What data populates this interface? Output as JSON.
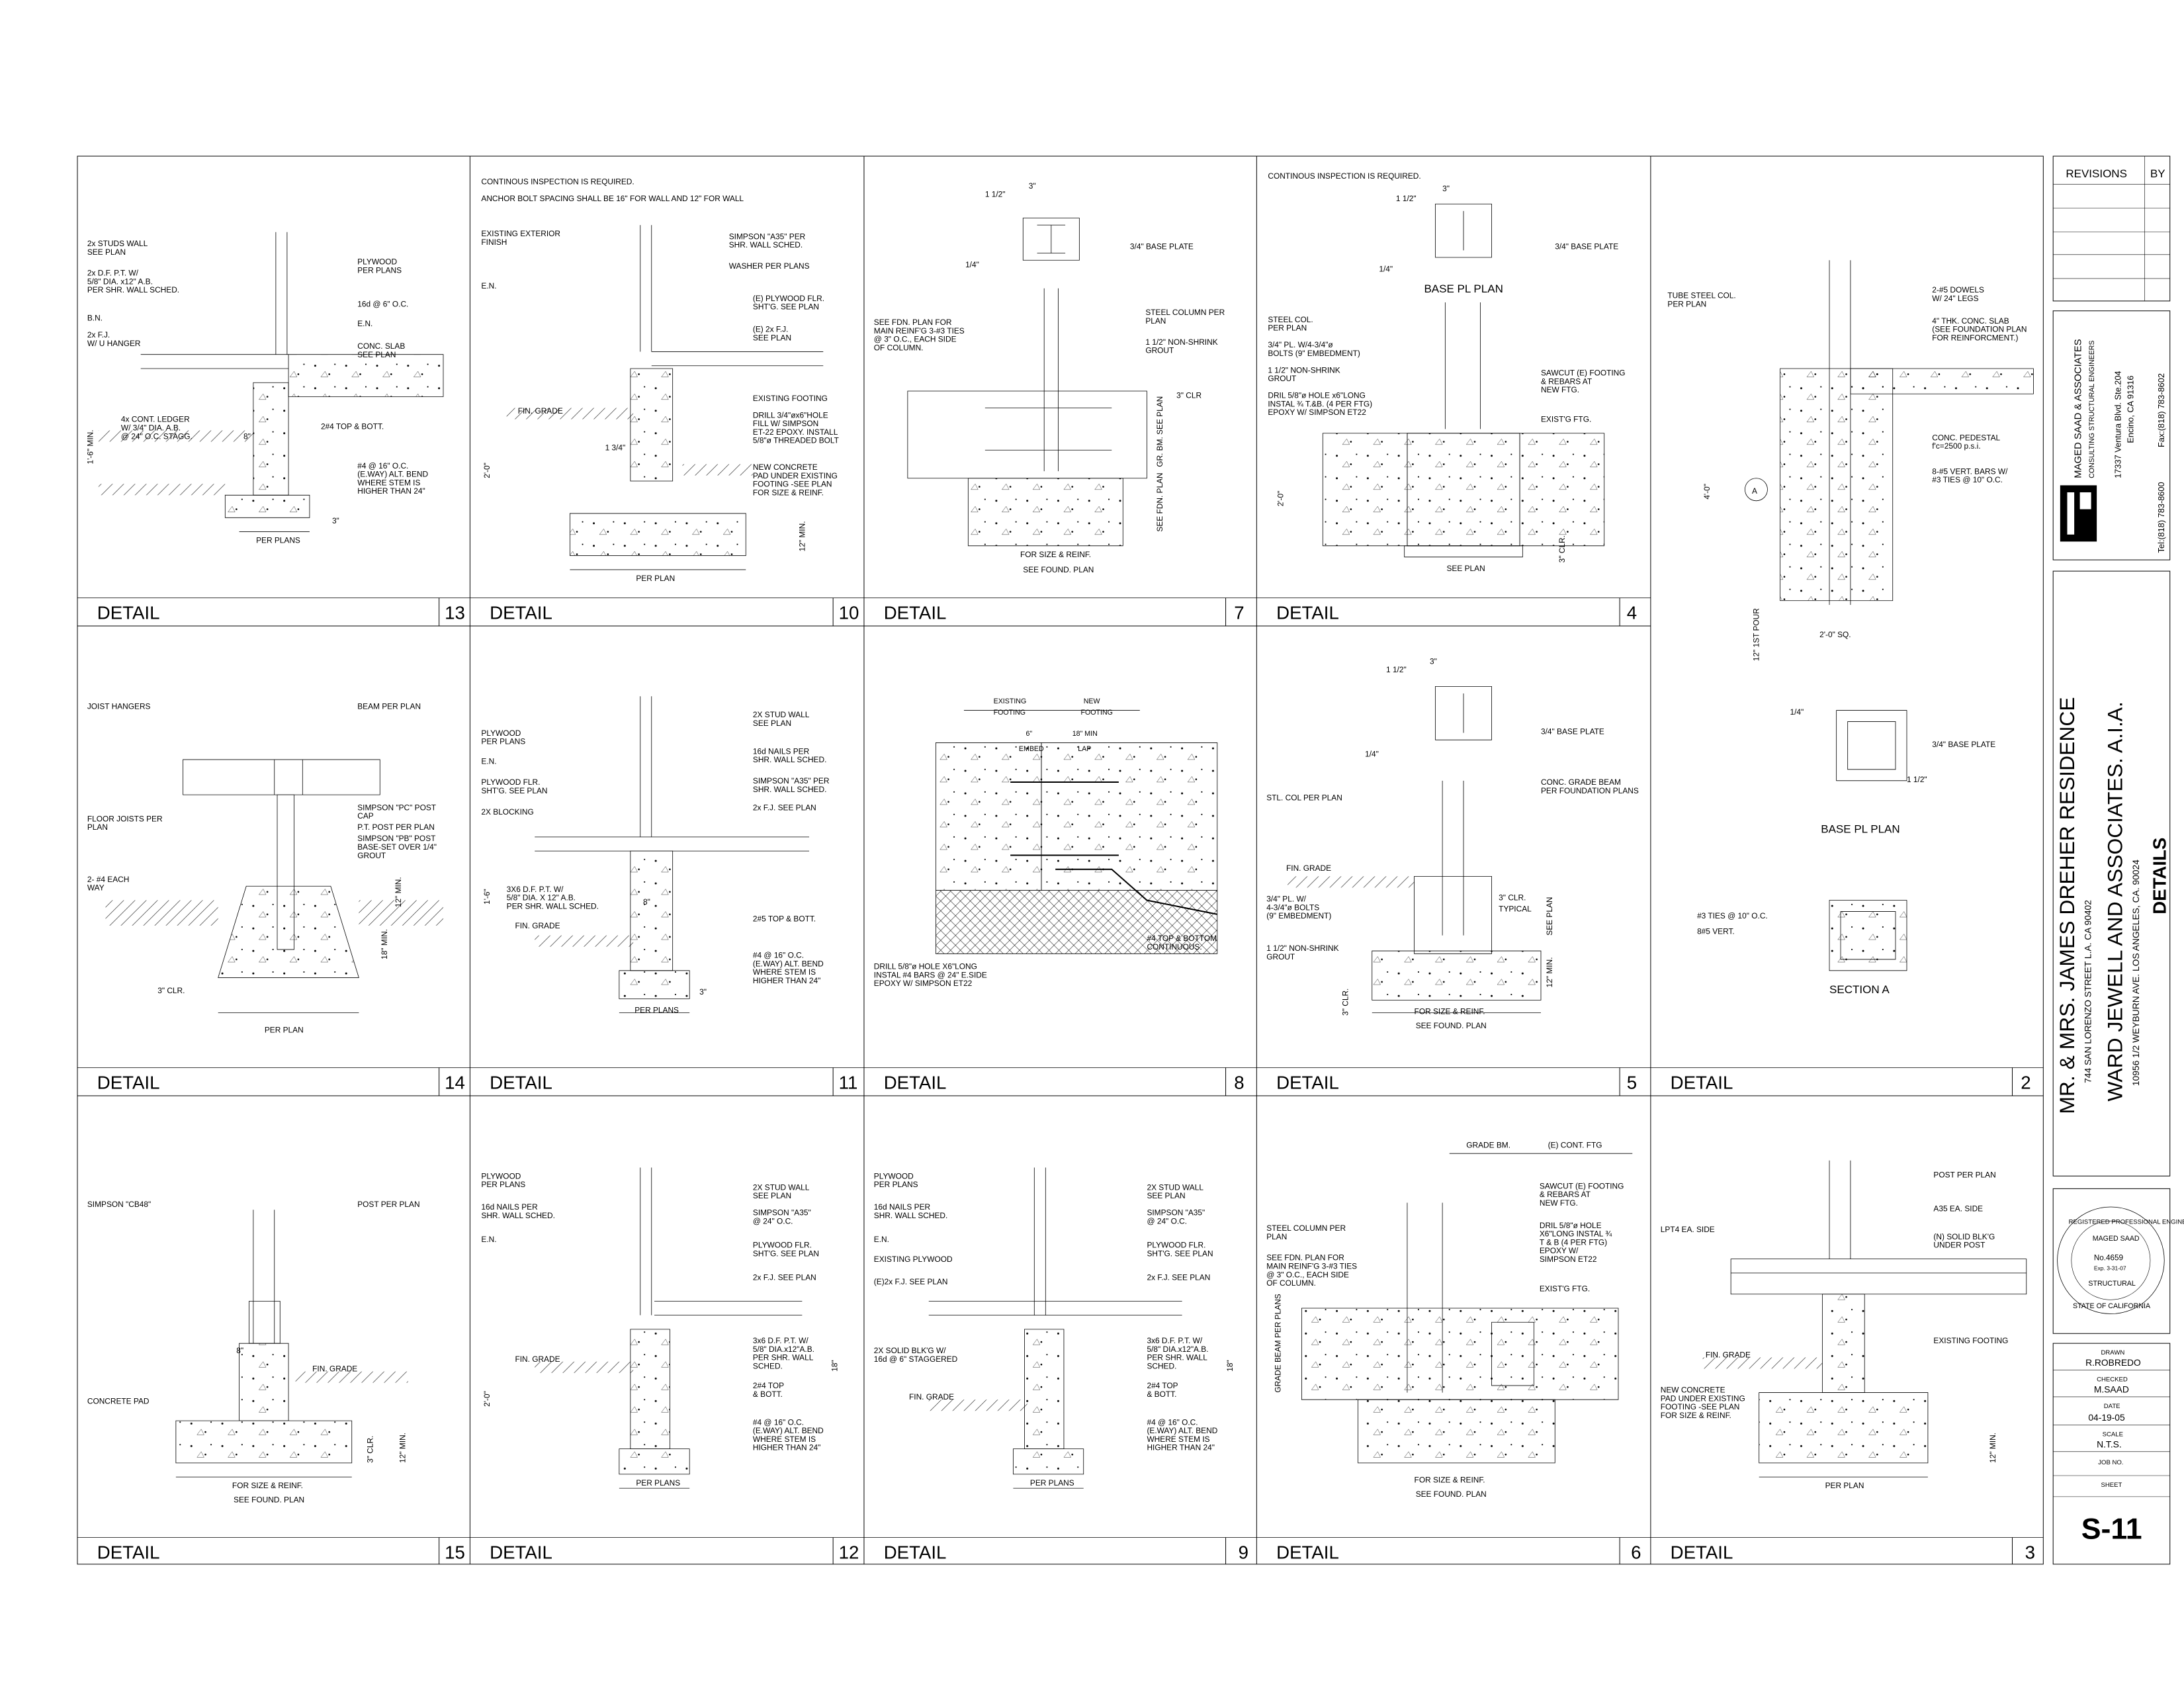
{
  "detail_label": "DETAIL",
  "panels": [
    {
      "number": "13",
      "notes": [
        "2x STUDS WALL",
        "SEE PLAN",
        "2x D.F. P.T. W/",
        "5/8\" DIA. x12\" A.B.",
        "PER SHR. WALL SCHED.",
        "B.N.",
        "2x F.J.",
        "W/ U HANGER",
        "4x CONT. LEDGER",
        "W/ 3/4\" DIA. A.B.",
        "@ 24\" O.C. STAGG.",
        "PLYWOOD",
        "PER PLANS",
        "16d @ 6\" O.C.",
        "E.N.",
        "CONC. SLAB",
        "SEE PLAN",
        "2#4 TOP & BOTT.",
        "#4 @ 16\" O.C.",
        "(E.WAY) ALT. BEND",
        "WHERE STEM IS",
        "HIGHER THAN 24\"",
        "PER PLANS",
        "1'-6\" MIN.",
        "8\"",
        "3\""
      ]
    },
    {
      "number": "10",
      "notes": [
        "CONTINOUS INSPECTION IS REQUIRED.",
        "ANCHOR BOLT SPACING SHALL BE 16\" FOR WALL  AND 12\" FOR WALL",
        "EXISTING EXTERIOR",
        "FINISH",
        "E.N.",
        "SIMPSON \"A35\" PER",
        "SHR. WALL SCHED.",
        "WASHER PER PLANS",
        "(E) PLYWOOD FLR.",
        "SHT'G. SEE PLAN",
        "(E) 2x F.J.",
        "SEE PLAN",
        "EXISTING FOOTING",
        "DRILL 3/4\"øx6\"HOLE",
        "FILL W/ SIMPSON",
        "ET-22 EPOXY. INSTALL",
        "5/8\"ø THREADED BOLT",
        "FIN. GRADE",
        "1 3/4\"",
        "NEW CONCRETE",
        "PAD UNDER EXISTING",
        "FOOTING -SEE PLAN",
        "FOR SIZE & REINF.",
        "PER PLAN",
        "2'-0\"",
        "12\" MIN."
      ]
    },
    {
      "number": "7",
      "notes": [
        "1 1/2\"",
        "3\"",
        "1/4\"",
        "3/4\" BASE PLATE",
        "SEE FDN. PLAN FOR",
        "MAIN REINF'G 3-#3 TIES",
        "@ 3\" O.C., EACH SIDE",
        "OF COLUMN.",
        "STEEL COLUMN PER",
        "PLAN",
        "1 1/2\" NON-SHRINK",
        "GROUT",
        "3\" CLR",
        "GR. BM. SEE PLAN",
        "SEE FDN. PLAN",
        "FOR SIZE & REINF.",
        "SEE FOUND. PLAN"
      ]
    },
    {
      "number": "4",
      "notes": [
        "CONTINOUS INSPECTION IS REQUIRED.",
        "1 1/2\"",
        "3\"",
        "1/4\"",
        "3/4\" BASE PLATE",
        "BASE PL PLAN",
        "STEEL COL.",
        "PER PLAN",
        "3/4\" PL. W/4-3/4\"ø",
        "BOLTS (9\" EMBEDMENT)",
        "1 1/2\" NON-SHRINK",
        "GROUT",
        "DRIL 5/8\"ø HOLE x6\"LONG",
        "INSTAL ¾ T.&B. (4 PER FTG)",
        "EPOXY W/ SIMPSON ET22",
        "SAWCUT (E) FOOTING",
        "& REBARS AT",
        "NEW FTG.",
        "EXIST'G FTG.",
        "2'-0\"",
        "SEE PLAN",
        "3\" CLR."
      ]
    },
    {
      "number": "2",
      "notes": [
        "TUBE STEEL COL.",
        "PER PLAN",
        "2-#5 DOWELS",
        "W/ 24\" LEGS",
        "4\" THK. CONC. SLAB",
        "(SEE FOUNDATION PLAN",
        "FOR REINFORCMENT.)",
        "CONC. PEDESTAL",
        "f'c=2500 p.s.i.",
        "8-#5 VERT. BARS W/",
        "#3 TIES @ 10\" O.C.",
        "A",
        "4'-0\"",
        "12\" 1ST POUR",
        "2'-0\" SQ.",
        "1/4\"",
        "1 1/2\"",
        "3/4\" BASE PLATE",
        "BASE PL PLAN",
        "#3 TIES @ 10\" O.C.",
        "8#5 VERT.",
        "SECTION A"
      ]
    },
    {
      "number": "14",
      "notes": [
        "JOIST HANGERS",
        "BEAM PER PLAN",
        "FLOOR JOISTS PER",
        "PLAN",
        "SIMPSON \"PC\" POST",
        "CAP",
        "P.T. POST PER PLAN",
        "SIMPSON \"PB\" POST",
        "BASE-SET OVER 1/4\"",
        "GROUT",
        "2- #4 EACH",
        "WAY",
        "12\" MIN.",
        "18\" MIN.",
        "3\" CLR.",
        "PER PLAN"
      ]
    },
    {
      "number": "11",
      "notes": [
        "PLYWOOD",
        "PER PLANS",
        "E.N.",
        "PLYWOOD FLR.",
        "SHT'G. SEE PLAN",
        "2X BLOCKING",
        "3X6 D.F. P.T. W/",
        "5/8\" DIA. X 12\" A.B.",
        "PER SHR. WALL SCHED.",
        "FIN. GRADE",
        "2X STUD WALL",
        "SEE PLAN",
        "16d NAILS PER",
        "SHR. WALL SCHED.",
        "SIMPSON \"A35\" PER",
        "SHR. WALL SCHED.",
        "2x F.J. SEE PLAN",
        "2#5 TOP & BOTT.",
        "#4 @ 16\" O.C.",
        "(E.WAY) ALT. BEND",
        "WHERE STEM IS",
        "HIGHER THAN 24\"",
        "PER PLANS",
        "1'-6\"",
        "8\"",
        "3\""
      ]
    },
    {
      "number": "8",
      "notes": [
        "EXISTING",
        "FOOTING",
        "NEW",
        "FOOTING",
        "6\"",
        "EMBED",
        "18\" MIN",
        "LAP",
        "DRILL 5/8\"ø HOLE X6\"LONG",
        "INSTAL #4 BARS @ 24\" E.SIDE",
        "EPOXY W/ SIMPSON ET22",
        "#4 TOP & BOTTOM",
        "CONTINUOUS."
      ]
    },
    {
      "number": "5",
      "notes": [
        "1 1/2\"",
        "3\"",
        "1/4\"",
        "3/4\" BASE PLATE",
        "STL. COL PER PLAN",
        "CONC. GRADE BEAM",
        "PER FOUNDATION PLANS",
        "FIN. GRADE",
        "3/4\" PL. W/",
        "4-3/4\"ø BOLTS",
        "(9\" EMBEDMENT)",
        "1 1/2\" NON-SHRINK",
        "GROUT",
        "3\" CLR.",
        "TYPICAL",
        "SEE PLAN",
        "12\" MIN.",
        "3\" CLR.",
        "FOR SIZE & REINF.",
        "SEE FOUND. PLAN"
      ]
    },
    {
      "number": "15",
      "notes": [
        "SIMPSON \"CB48\"",
        "POST PER PLAN",
        "FIN. GRADE",
        "8\"",
        "CONCRETE PAD",
        "3\" CLR.",
        "12\" MIN.",
        "FOR SIZE & REINF.",
        "SEE FOUND. PLAN"
      ]
    },
    {
      "number": "12",
      "notes": [
        "PLYWOOD",
        "PER PLANS",
        "16d NAILS PER",
        "SHR. WALL SCHED.",
        "E.N.",
        "2X STUD WALL",
        "SEE PLAN",
        "SIMPSON \"A35\"",
        "@ 24\" O.C.",
        "PLYWOOD FLR.",
        "SHT'G. SEE PLAN",
        "2x F.J. SEE PLAN",
        "3x6 D.F. P.T. W/",
        "5/8\" DIA.x12\"A.B.",
        "PER SHR. WALL",
        "SCHED.",
        "2#4 TOP",
        "& BOTT.",
        "#4 @ 16\" O.C.",
        "(E.WAY) ALT. BEND",
        "WHERE STEM IS",
        "HIGHER THAN 24\"",
        "FIN. GRADE",
        "PER PLANS",
        "2'-0\"",
        "18\""
      ]
    },
    {
      "number": "9",
      "notes": [
        "PLYWOOD",
        "PER PLANS",
        "16d NAILS PER",
        "SHR. WALL SCHED.",
        "E.N.",
        "EXISTING PLYWOOD",
        "(E)2x F.J. SEE PLAN",
        "2X SOLID BLK'G W/",
        "16d @ 6\" STAGGERED",
        "FIN. GRADE",
        "2X STUD WALL",
        "SEE PLAN",
        "SIMPSON \"A35\"",
        "@ 24\" O.C.",
        "PLYWOOD FLR.",
        "SHT'G. SEE PLAN",
        "2x F.J. SEE PLAN",
        "3x6 D.F. P.T. W/",
        "5/8\" DIA.x12\"A.B.",
        "PER SHR. WALL",
        "SCHED.",
        "2#4 TOP",
        "& BOTT.",
        "#4 @ 16\" O.C.",
        "(E.WAY) ALT. BEND",
        "WHERE STEM IS",
        "HIGHER THAN 24\"",
        "PER PLANS",
        "18\""
      ]
    },
    {
      "number": "6",
      "notes": [
        "GRADE BM.",
        "(E) CONT. FTG",
        "STEEL COLUMN PER",
        "PLAN",
        "SEE FDN. PLAN FOR",
        "MAIN REINF'G 3-#3 TIES",
        "@ 3\" O.C., EACH SIDE",
        "OF COLUMN.",
        "SAWCUT (E) FOOTING",
        "& REBARS AT",
        "NEW FTG.",
        "DRIL 5/8\"ø HOLE",
        "X6\"LONG INSTAL ¾",
        "T & B (4 PER FTG)",
        "EPOXY W/",
        "SIMPSON ET22",
        "EXIST'G FTG.",
        "GRADE BEAM PER PLANS",
        "FOR SIZE & REINF.",
        "SEE FOUND. PLAN"
      ]
    },
    {
      "number": "3",
      "notes": [
        "POST PER PLAN",
        "A35 EA. SIDE",
        "LPT4 EA. SIDE",
        "(N) SOLID BLK'G",
        "UNDER POST",
        "EXISTING FOOTING",
        "FIN. GRADE",
        "NEW CONCRETE",
        "PAD UNDER EXISTING",
        "FOOTING -SEE PLAN",
        "FOR SIZE & REINF.",
        "PER PLAN",
        "12\" MIN."
      ]
    }
  ],
  "title_block": {
    "revisions_label": "REVISIONS",
    "by_label": "BY",
    "engineer_name": "MAGED SAAD & ASSOCIATES",
    "engineer_sub": "CONSULTING STRUCTURAL ENGINEERS",
    "engineer_address": "17337 Ventura Blvd. Ste.204",
    "engineer_city": "Encino, CA 91316",
    "engineer_tel": "Tel:(818) 783-8600",
    "engineer_fax": "Fax:(818) 783-8602",
    "project_title": "MR. & MRS. JAMES DREHER  RESIDENCE",
    "project_address": "744 SAN LORENZO STREET L.A. CA 90402",
    "architect": "WARD JEWELL AND ASSOCIATES. A.I.A.",
    "architect_address": "10956 1/2 WEYBURN AVE.  LOS ANGELES, CA. 90024",
    "sheet_name": "DETAILS",
    "seal_ring": "REGISTERED PROFESSIONAL ENGINEER",
    "seal_name": "MAGED SAAD",
    "seal_no": "No.4659",
    "seal_exp": "Exp. 3-31-07",
    "seal_type": "STRUCTURAL",
    "seal_state": "STATE OF CALIFORNIA",
    "drawn_label": "DRAWN",
    "drawn_value": "R.ROBREDO",
    "checked_label": "CHECKED",
    "checked_value": "M.SAAD",
    "date_label": "DATE",
    "date_value": "04-19-05",
    "scale_label": "SCALE",
    "scale_value": "N.T.S.",
    "job_label": "JOB NO.",
    "job_value": "",
    "sheet_label": "SHEET",
    "sheet_value": "S-11"
  }
}
